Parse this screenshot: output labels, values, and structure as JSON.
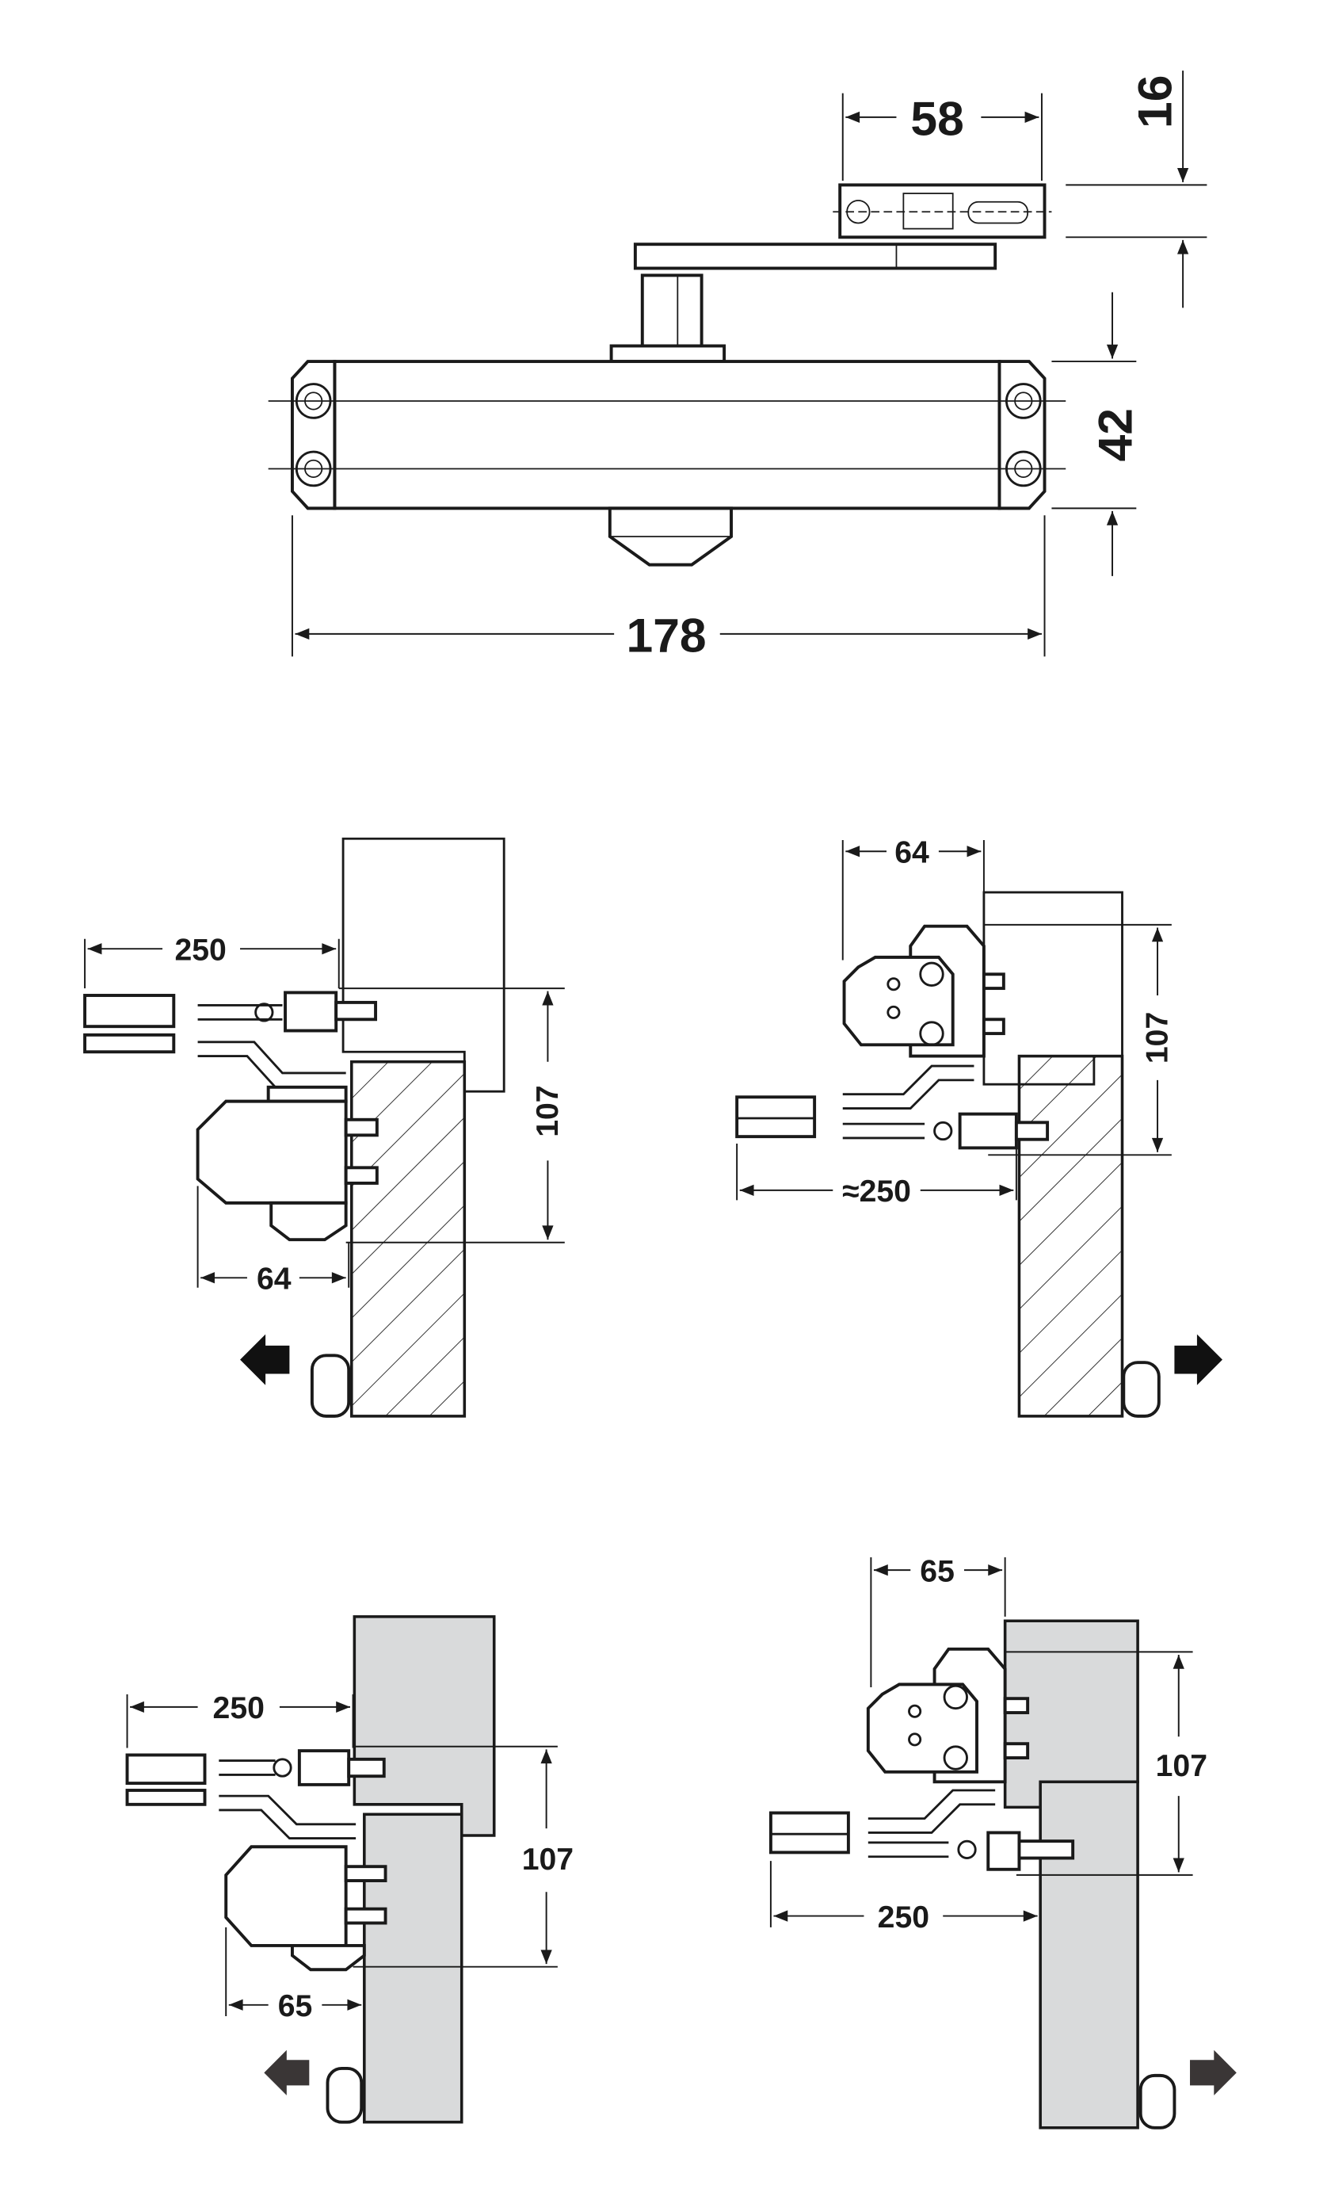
{
  "diagram": {
    "title": "Door closer dimensional drawing and mounting variants",
    "colors": {
      "line": "#1a1a1a",
      "panel_fill": "#d9dadb",
      "arrow_dark": "#111111",
      "arrow_gray": "#3a3636"
    },
    "top_view": {
      "width_label": "178",
      "height_label": "42",
      "shoe_width_label": "58",
      "shoe_height_label": "16"
    },
    "panel_top_left": {
      "arm_label": "250",
      "height_label": "107",
      "depth_label": "64",
      "direction": "left-arrow-icon"
    },
    "panel_top_right": {
      "arm_label": "≈250",
      "height_label": "107",
      "depth_label": "64",
      "direction": "right-arrow-icon"
    },
    "panel_bottom_left": {
      "arm_label": "250",
      "height_label": "107",
      "depth_label": "65",
      "direction": "left-arrow-icon"
    },
    "panel_bottom_right": {
      "arm_label": "250",
      "height_label": "107",
      "depth_label": "65",
      "direction": "right-arrow-icon"
    }
  }
}
